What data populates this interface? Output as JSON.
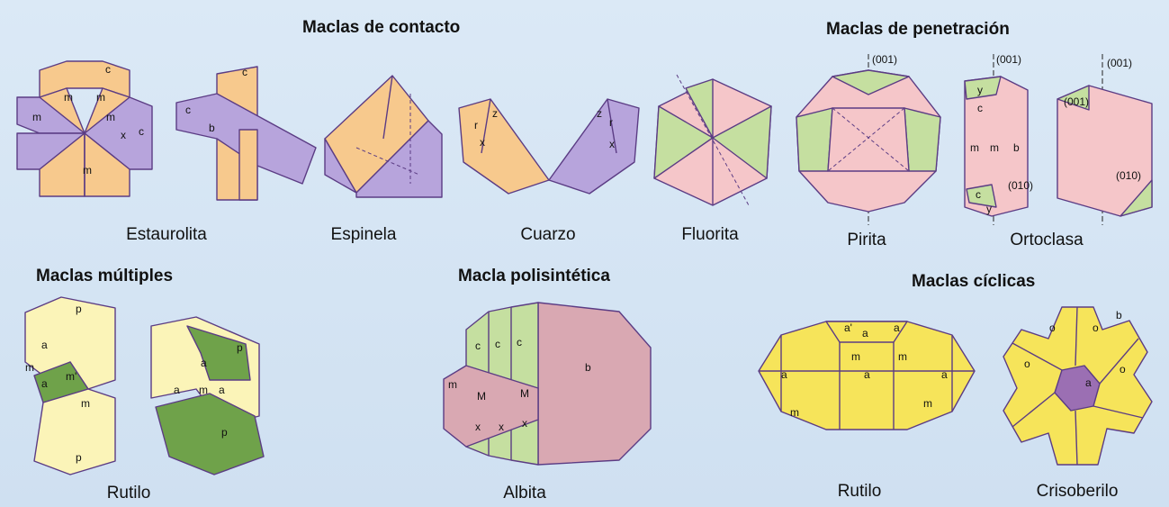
{
  "sections": {
    "contacto": "Maclas de contacto",
    "penetracion": "Maclas de penetración",
    "multiples": "Maclas múltiples",
    "polisintetica": "Macla polisintética",
    "ciclicas": "Maclas cíclicas"
  },
  "captions": {
    "estaurolita": "Estaurolita",
    "espinela": "Espinela",
    "cuarzo": "Cuarzo",
    "fluorita": "Fluorita",
    "pirita": "Pirita",
    "ortoclasa": "Ortoclasa",
    "rutilo_multiple": "Rutilo",
    "albita": "Albita",
    "rutilo_ciclico": "Rutilo",
    "crisoberilo": "Crisoberilo"
  },
  "face_labels": {
    "c": "c",
    "m": "m",
    "x": "x",
    "b": "b",
    "r": "r",
    "z": "z",
    "y": "y",
    "p": "p",
    "a": "a",
    "a_prime": "a'",
    "m_prime": "m'",
    "M": "M",
    "o": "o",
    "i001": "(001)",
    "i010": "(010)"
  },
  "colors": {
    "orange": "#f7c98d",
    "purple": "#b7a4dc",
    "pink": "#f5c6c9",
    "green": "#c5dfa0",
    "darkgreen": "#6fa24a",
    "yellow": "#f6e45a",
    "paleyellow": "#fbf4b8",
    "rose": "#d9a8b2",
    "violet": "#9b6fb3",
    "edge": "#5b3c84"
  }
}
